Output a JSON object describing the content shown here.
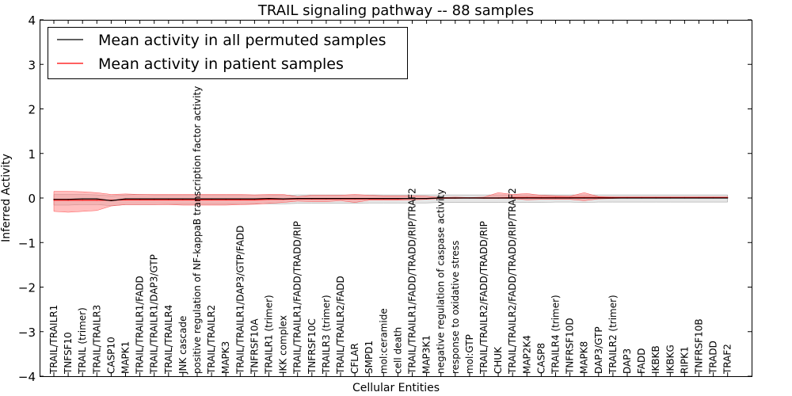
{
  "chart_data": {
    "type": "line",
    "title": "TRAIL signaling pathway -- 88 samples",
    "xlabel": "Cellular Entities",
    "ylabel": "Inferred Activity",
    "ylim": [
      -4,
      4
    ],
    "yticks": [
      "−4",
      "−3",
      "−2",
      "−1",
      "0",
      "1",
      "2",
      "3",
      "4"
    ],
    "legend_position": "top-left",
    "grid": false,
    "categories": [
      "TRAIL/TRAILR1",
      "TNFSF10",
      "TRAIL (trimer)",
      "TRAIL/TRAILR3",
      "CASP10",
      "MAPK1",
      "TRAIL/TRAILR1/FADD",
      "TRAIL/TRAILR1/DAP3/GTP",
      "TRAIL/TRAILR4",
      "JNK cascade",
      "positive regulation of NF-kappaB transcription factor activity",
      "TRAIL/TRAILR2",
      "MAPK3",
      "TRAIL/TRAILR1/DAP3/GTP/FADD",
      "TNFRSF10A",
      "TRAILR1 (trimer)",
      "IKK complex",
      "TRAIL/TRAILR1/FADD/TRADD/RIP",
      "TNFRSF10C",
      "TRAILR3 (trimer)",
      "TRAIL/TRAILR2/FADD",
      "CFLAR",
      "SMPD1",
      "mol:ceramide",
      "cell death",
      "TRAIL/TRAILR1/FADD/TRADD/RIP/TRAF2",
      "MAP3K1",
      "negative regulation of caspase activity",
      "response to oxidative stress",
      "mol:GTP",
      "TRAIL/TRAILR2/FADD/TRADD/RIP",
      "CHUK",
      "TRAIL/TRAILR2/FADD/TRADD/RIP/TRAF2",
      "MAP2K4",
      "CASP8",
      "TRAILR4 (trimer)",
      "TNFRSF10D",
      "MAPK8",
      "DAP3/GTP",
      "TRAILR2 (trimer)",
      "DAP3",
      "FADD",
      "IKBKB",
      "IKBKG",
      "RIPK1",
      "TNFRSF10B",
      "TRADD",
      "TRAF2"
    ],
    "series": [
      {
        "name": "Mean activity in all permuted samples",
        "color": "#000000",
        "band_color": "#c8c8c8",
        "values": [
          -0.03,
          -0.03,
          -0.02,
          -0.02,
          -0.06,
          -0.02,
          -0.02,
          -0.02,
          -0.02,
          -0.02,
          -0.02,
          -0.02,
          -0.02,
          -0.02,
          -0.02,
          -0.01,
          -0.02,
          -0.01,
          -0.01,
          -0.01,
          -0.01,
          -0.01,
          -0.01,
          -0.01,
          -0.01,
          -0.01,
          -0.01,
          0.0,
          0.0,
          0.0,
          0.0,
          0.0,
          0.0,
          0.0,
          0.0,
          0.0,
          0.0,
          0.0,
          0.0,
          0.0,
          0.0,
          0.0,
          0.0,
          0.0,
          0.0,
          0.0,
          0.0,
          0.0
        ],
        "lower": [
          -0.16,
          -0.16,
          -0.15,
          -0.15,
          -0.17,
          -0.15,
          -0.15,
          -0.15,
          -0.14,
          -0.14,
          -0.14,
          -0.14,
          -0.14,
          -0.13,
          -0.13,
          -0.13,
          -0.13,
          -0.12,
          -0.12,
          -0.12,
          -0.12,
          -0.12,
          -0.11,
          -0.11,
          -0.11,
          -0.11,
          -0.11,
          -0.1,
          -0.1,
          -0.1,
          -0.1,
          -0.1,
          -0.1,
          -0.1,
          -0.1,
          -0.09,
          -0.09,
          -0.1,
          -0.09,
          -0.09,
          -0.09,
          -0.09,
          -0.09,
          -0.09,
          -0.09,
          -0.09,
          -0.09,
          -0.09
        ],
        "upper": [
          0.08,
          0.08,
          0.08,
          0.07,
          0.05,
          0.07,
          0.08,
          0.07,
          0.07,
          0.07,
          0.07,
          0.07,
          0.07,
          0.07,
          0.07,
          0.07,
          0.06,
          0.07,
          0.07,
          0.07,
          0.07,
          0.07,
          0.07,
          0.07,
          0.07,
          0.07,
          0.07,
          0.07,
          0.07,
          0.07,
          0.07,
          0.07,
          0.07,
          0.07,
          0.07,
          0.07,
          0.07,
          0.07,
          0.07,
          0.07,
          0.07,
          0.07,
          0.07,
          0.07,
          0.07,
          0.07,
          0.07,
          0.07
        ]
      },
      {
        "name": "Mean activity in patient samples",
        "color": "#ff0000",
        "band_color": "#ff8080",
        "values": [
          -0.05,
          -0.05,
          -0.05,
          -0.05,
          -0.05,
          -0.04,
          -0.04,
          -0.04,
          -0.04,
          -0.04,
          -0.04,
          -0.04,
          -0.04,
          -0.04,
          -0.04,
          -0.03,
          -0.03,
          -0.02,
          -0.02,
          -0.02,
          -0.02,
          -0.02,
          -0.02,
          -0.02,
          -0.02,
          -0.01,
          -0.01,
          0.0,
          0.0,
          0.0,
          0.0,
          0.0,
          0.01,
          0.01,
          0.01,
          0.01,
          0.01,
          0.01,
          0.01,
          0.01,
          0.01,
          0.01,
          0.01,
          0.01,
          0.01,
          0.01,
          0.01,
          0.01
        ],
        "lower": [
          -0.3,
          -0.32,
          -0.3,
          -0.28,
          -0.18,
          -0.15,
          -0.15,
          -0.15,
          -0.15,
          -0.16,
          -0.16,
          -0.16,
          -0.16,
          -0.15,
          -0.14,
          -0.12,
          -0.1,
          -0.07,
          -0.08,
          -0.08,
          -0.06,
          -0.1,
          -0.05,
          -0.05,
          -0.05,
          -0.04,
          -0.03,
          -0.01,
          -0.01,
          0.0,
          -0.01,
          -0.01,
          -0.01,
          -0.04,
          -0.03,
          -0.03,
          -0.03,
          -0.06,
          -0.02,
          -0.01,
          0.0,
          0.0,
          0.0,
          0.0,
          0.0,
          0.0,
          0.0,
          0.0
        ],
        "upper": [
          0.15,
          0.15,
          0.14,
          0.12,
          0.08,
          0.09,
          0.08,
          0.08,
          0.08,
          0.08,
          0.08,
          0.08,
          0.08,
          0.08,
          0.07,
          0.08,
          0.08,
          0.03,
          0.06,
          0.06,
          0.06,
          0.08,
          0.06,
          0.05,
          0.05,
          0.05,
          0.04,
          0.01,
          0.02,
          0.01,
          0.02,
          0.12,
          0.08,
          0.1,
          0.06,
          0.05,
          0.04,
          0.12,
          0.03,
          0.02,
          0.02,
          0.02,
          0.02,
          0.02,
          0.02,
          0.02,
          0.02,
          0.02
        ]
      }
    ]
  }
}
